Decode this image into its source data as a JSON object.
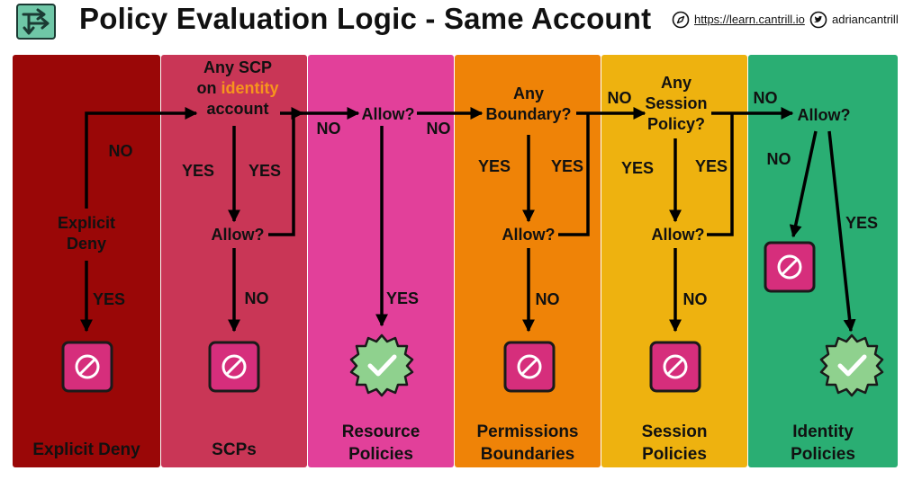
{
  "header": {
    "title": "Policy Evaluation Logic - Same Account",
    "website": "https://learn.cantrill.io",
    "twitter": "adriancantrill",
    "logo_icon": "flow-arrows-logo-icon",
    "website_icon": "compass-icon",
    "twitter_icon": "twitter-bird-icon"
  },
  "columns": [
    {
      "id": "explicit-deny",
      "label_line1": "Explicit Deny",
      "label_line2": "",
      "color": "#9a0707"
    },
    {
      "id": "scps",
      "label_line1": "SCPs",
      "label_line2": "",
      "color": "#c93656"
    },
    {
      "id": "resource-policies",
      "label_line1": "Resource",
      "label_line2": "Policies",
      "color": "#e2409a"
    },
    {
      "id": "permissions-boundaries",
      "label_line1": "Permissions",
      "label_line2": "Boundaries",
      "color": "#ef8307"
    },
    {
      "id": "session-policies",
      "label_line1": "Session",
      "label_line2": "Policies",
      "color": "#eeb20f"
    },
    {
      "id": "identity-policies",
      "label_line1": "Identity",
      "label_line2": "Policies",
      "color": "#2aae73"
    }
  ],
  "nodes": {
    "explicit_deny_q_line1": "Explicit",
    "explicit_deny_q_line2": "Deny",
    "scp_q_line1": "Any SCP",
    "scp_q_line2_prefix": "on ",
    "scp_q_line2_highlight": "identity",
    "scp_q_line3": "account",
    "scp_allow": "Allow?",
    "resource_allow": "Allow?",
    "boundary_q_line1": "Any",
    "boundary_q_line2": "Boundary?",
    "boundary_allow": "Allow?",
    "session_q_line1": "Any",
    "session_q_line2": "Session",
    "session_q_line3": "Policy?",
    "session_allow": "Allow?",
    "identity_allow": "Allow?"
  },
  "edges": {
    "explicit_deny_no": "NO",
    "explicit_deny_yes": "YES",
    "scp_yes_left": "YES",
    "scp_yes_right": "YES",
    "scp_allow_no": "NO",
    "scp_to_resource_no": "NO",
    "resource_no": "NO",
    "resource_yes": "YES",
    "boundary_yes_left": "YES",
    "boundary_yes_right": "YES",
    "boundary_allow_no": "NO",
    "boundary_to_session_no": "NO",
    "session_yes_left": "YES",
    "session_yes_right": "YES",
    "session_allow_no": "NO",
    "session_to_identity_no": "NO",
    "identity_no": "NO",
    "identity_yes": "YES"
  },
  "colors": {
    "deny_fill": "#d62e7c",
    "allow_fill": "#8fd18e",
    "highlight": "#f7941d"
  }
}
